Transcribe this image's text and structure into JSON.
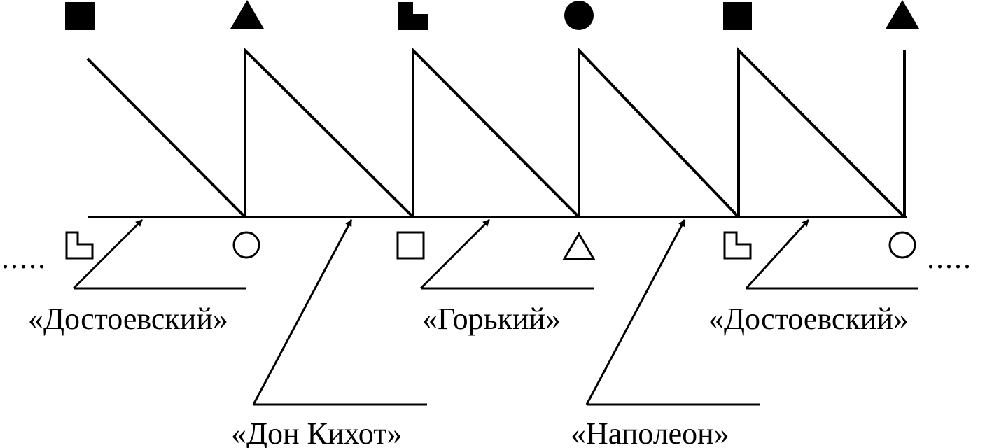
{
  "labels": {
    "dostoevsky_left": "«Достоевский»",
    "don_quixote": "«Дон Кихот»",
    "gorky": "«Горький»",
    "napoleon": "«Наполеон»",
    "dostoevsky_right": "«Достоевский»"
  },
  "ellipsis": {
    "left": ".....",
    "right": "....."
  },
  "top_symbols": [
    "square",
    "triangle",
    "l-shape",
    "circle",
    "square",
    "triangle"
  ],
  "bottom_symbols": [
    "l-shape",
    "circle",
    "square",
    "triangle",
    "l-shape",
    "circle"
  ],
  "colors": {
    "ink": "#000000",
    "background": "#ffffff"
  }
}
